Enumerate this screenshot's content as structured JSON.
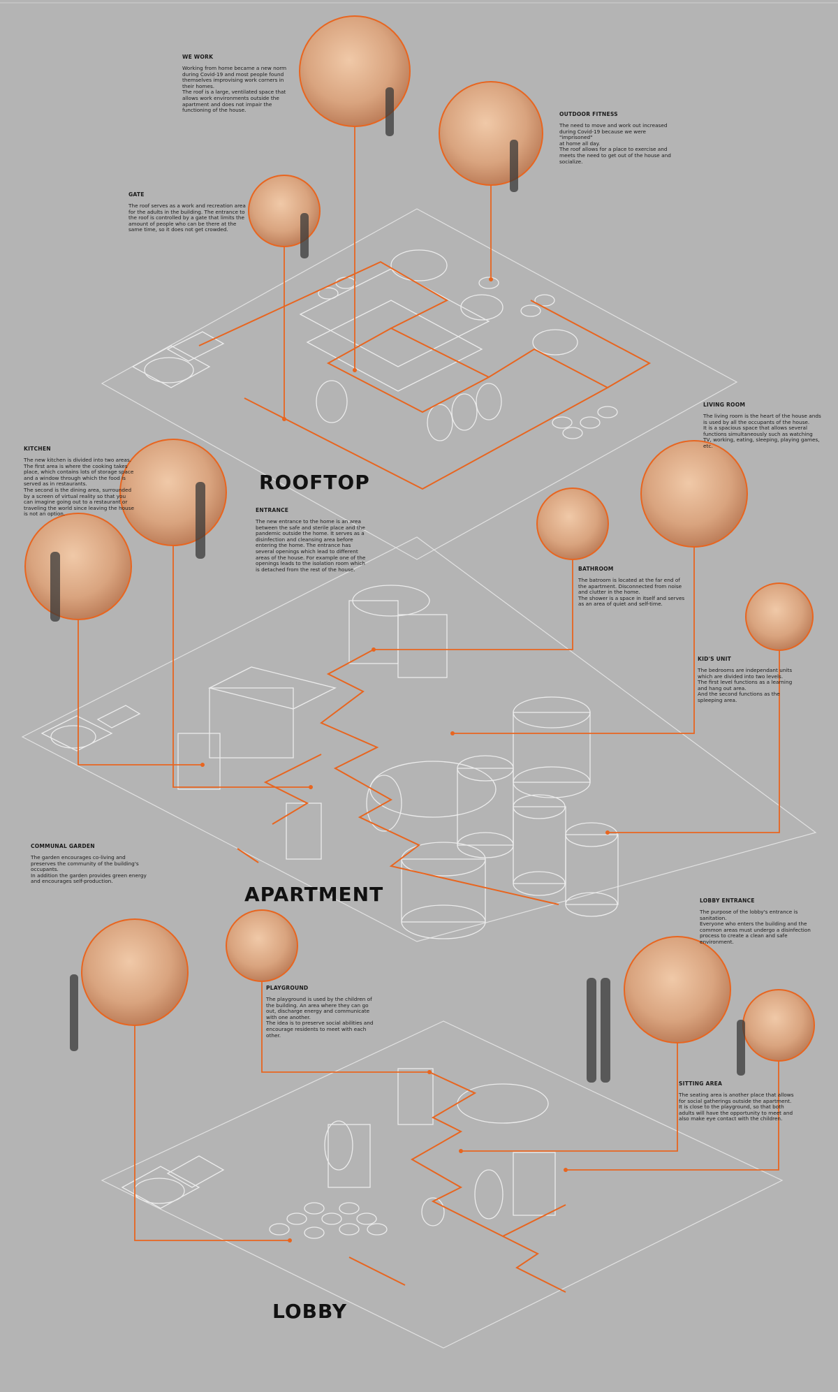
{
  "colors": {
    "background": "#b4b4b4",
    "accent": "#e8651f",
    "outline": "#e6e6e6",
    "photo": "#d9a47f"
  },
  "levels": {
    "rooftop": "ROOFTOP",
    "apartment": "APARTMENT",
    "lobby": "LOBBY"
  },
  "callouts": {
    "we_work": {
      "title": "WE WORK",
      "body": "Working from home became a new norm during Covid-19 and most people found themselves improvising work corners in their homes.\nThe roof is a large, ventilated space that allows work environments outside the apartment and does not impair the functioning of the house."
    },
    "fitness": {
      "title": "OUTDOOR FITNESS",
      "body": "The need to move and work out increased during Covid-19 because we were \"imprisoned\"\nat home all day.\nThe roof allows for a place to exercise and meets the need to get out of the house and socialize."
    },
    "gate": {
      "title": "GATE",
      "body": "The roof serves as a work and recreation area for the adults in the building. The entrance to the roof is controlled by a gate that limits the amount of people who can be there at the same time, so it does not get crowded."
    },
    "kitchen": {
      "title": "KITCHEN",
      "body": "The new kitchen is divided into two areas.\nThe first area is where the cooking takes place, which contains lots of storage space and a window through which the food is served as in restaurants.\nThe second is the dining area, surrounded by a screen of virtual reality so that you can imagine going out to a restaurant or traveling the world since leaving the house is not an option."
    },
    "entrance": {
      "title": "ENTRANCE",
      "body": "The new entrance to the home is an area between the safe and sterile place and the pandemic outside the home. It serves as a disinfection and cleansing area before entering the home. The entrance has several openings which lead to different areas of the house. For example one of the openings leads to the isolation room which is detached from the rest of the house."
    },
    "living": {
      "title": "LIVING ROOM",
      "body": "The living room is the heart of the house ands is used by all the occupants of the house.\nIt is a spacious space that allows several functions simultaneously such as watching TV, working, eating, sleeping, playing games, etc."
    },
    "bathroom": {
      "title": "BATHROOM",
      "body": "The batroom is located at the far end of the apartment. Disconnected from noise and clutter in the home.\nThe shower is a space in itself and serves as an area of quiet and self-time."
    },
    "kids": {
      "title": "KID'S UNIT",
      "body": "The bedrooms are independant units which are divided into two levels.\nThe first level functions as a learning and hang out area.\nAnd the second functions as the spleeping area."
    },
    "garden": {
      "title": "COMMUNAL GARDEN",
      "body": "The garden encourages co-living and preserves the community of the building's occupants.\nIn addition the garden provides green energy and encourages self-production."
    },
    "playground": {
      "title": "PLAYGROUND",
      "body": "The playground is used by the children of the building. An area where they can go out, discharge energy and communicate with one another.\nThe idea is to preserve social abilities and encourage residents to meet with each other."
    },
    "lobby_entrance": {
      "title": "LOBBY ENTRANCE",
      "body": "The purpose of the lobby's entrance is sanitation.\nEveryone who enters the building and the common areas must undergo a disinfection process to create a clean and safe environment."
    },
    "sitting": {
      "title": "SITTING AREA",
      "body": "The seating area is another place that allows for social gatherings outside the apartment.\nIt is close to the playground, so that both adults will have the opportunity to meet and also make eye contact with the children."
    }
  }
}
